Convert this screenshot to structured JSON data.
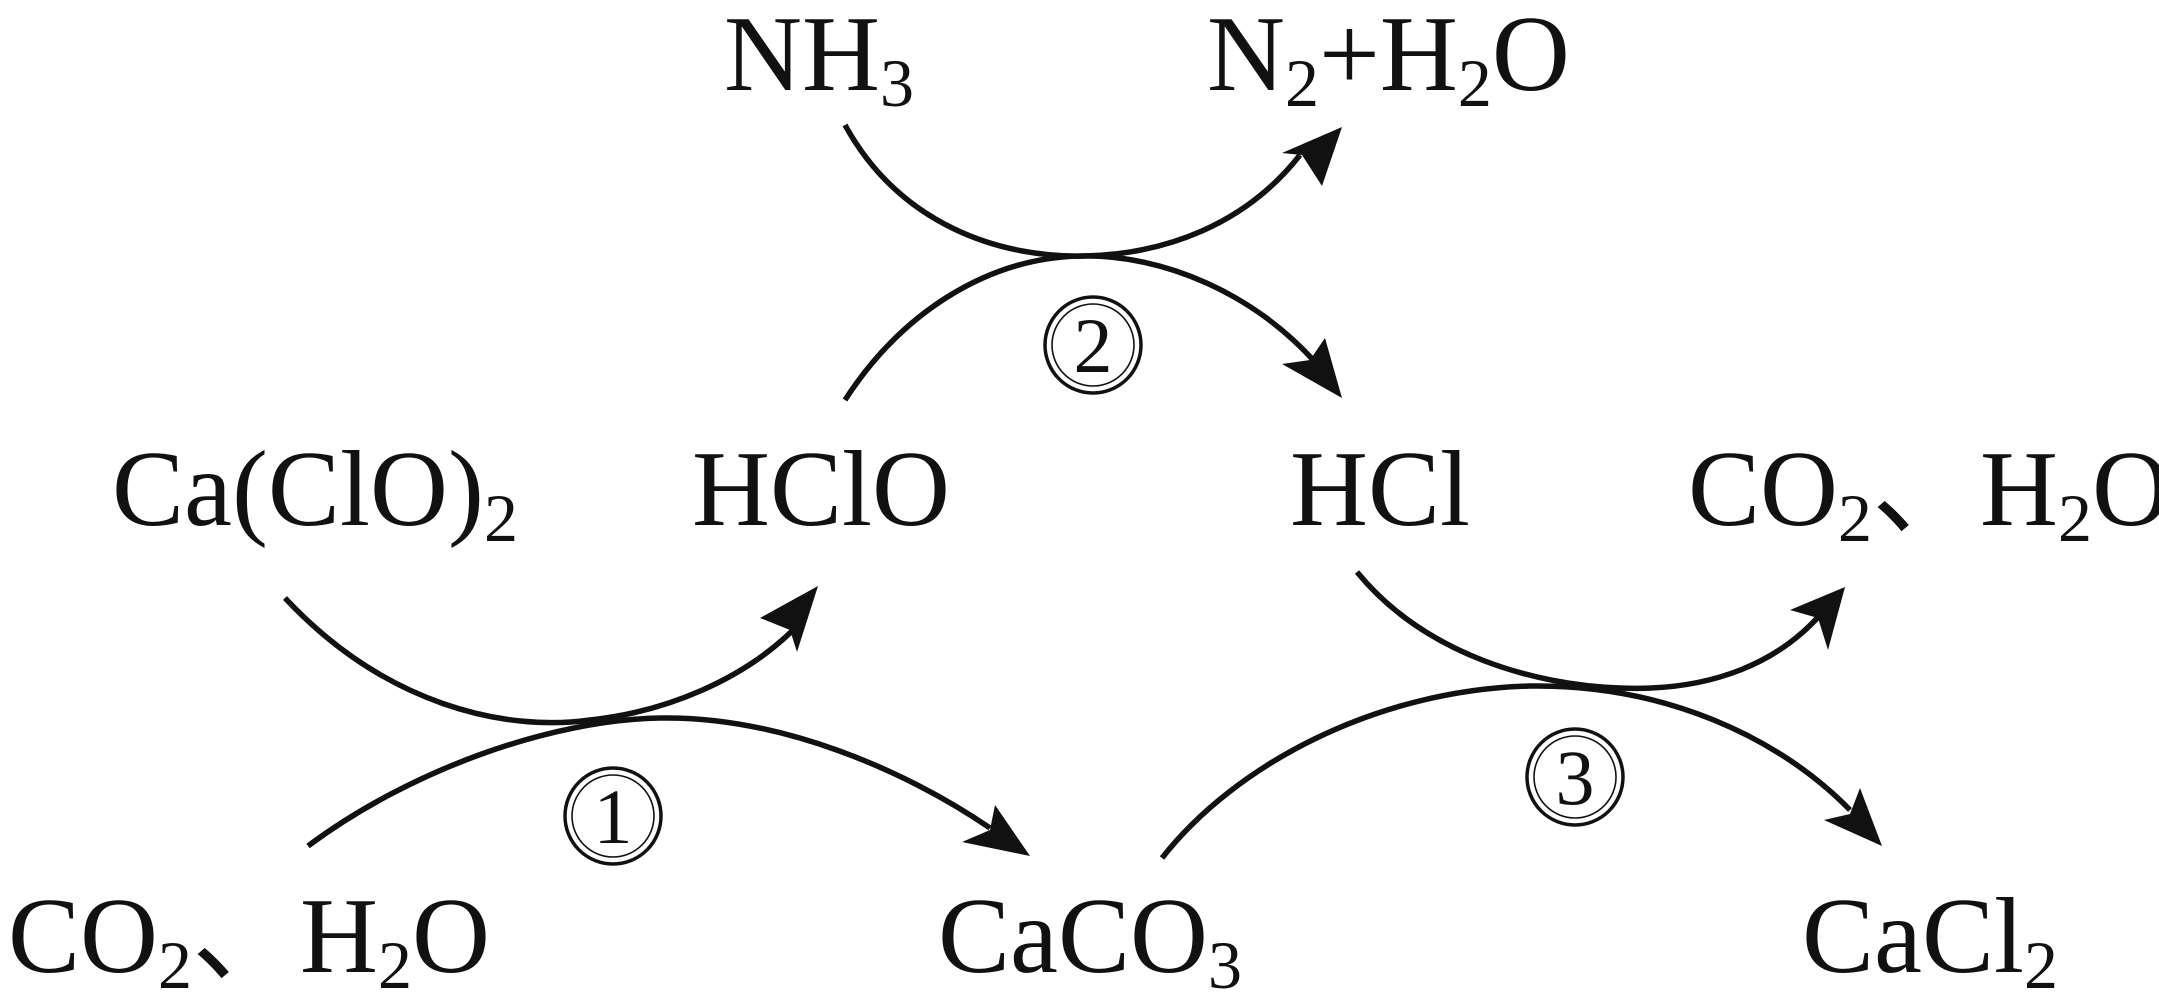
{
  "species": {
    "nh3": {
      "main": "NH",
      "sub": "3"
    },
    "n2_h2o": {
      "p1": "N",
      "s1": "2",
      "p2": "+H",
      "s2": "2",
      "p3": "O"
    },
    "ca_clo2": {
      "main": "Ca(ClO)",
      "sub": "2"
    },
    "hclo": {
      "main": "HClO"
    },
    "hcl": {
      "main": "HCl"
    },
    "co2_h2o_right": {
      "p1": "CO",
      "s1": "2",
      "p2": "、H",
      "s2": "2",
      "p3": "O"
    },
    "co2_h2o_left": {
      "p1": "CO",
      "s1": "2",
      "p2": "、H",
      "s2": "2",
      "p3": "O"
    },
    "caco3": {
      "main": "CaCO",
      "sub": "3"
    },
    "cacl2": {
      "main": "CaCl",
      "sub": "2"
    }
  },
  "steps": {
    "step1": "1",
    "step2": "2",
    "step3": "3"
  }
}
